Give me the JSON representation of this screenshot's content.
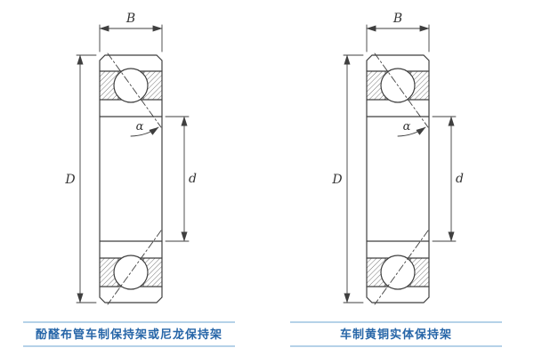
{
  "diagram": {
    "labels": {
      "width": "B",
      "outer_diameter": "D",
      "bore_diameter": "d",
      "contact_angle": "α"
    }
  },
  "captions": {
    "left": "酚醛布管车制保持架或尼龙保持架",
    "right": "车制黄铜实体保持架"
  },
  "colors": {
    "caption_text": "#2766a8",
    "caption_rule": "#b5d2e8",
    "line_color": "#3f3f3f"
  }
}
